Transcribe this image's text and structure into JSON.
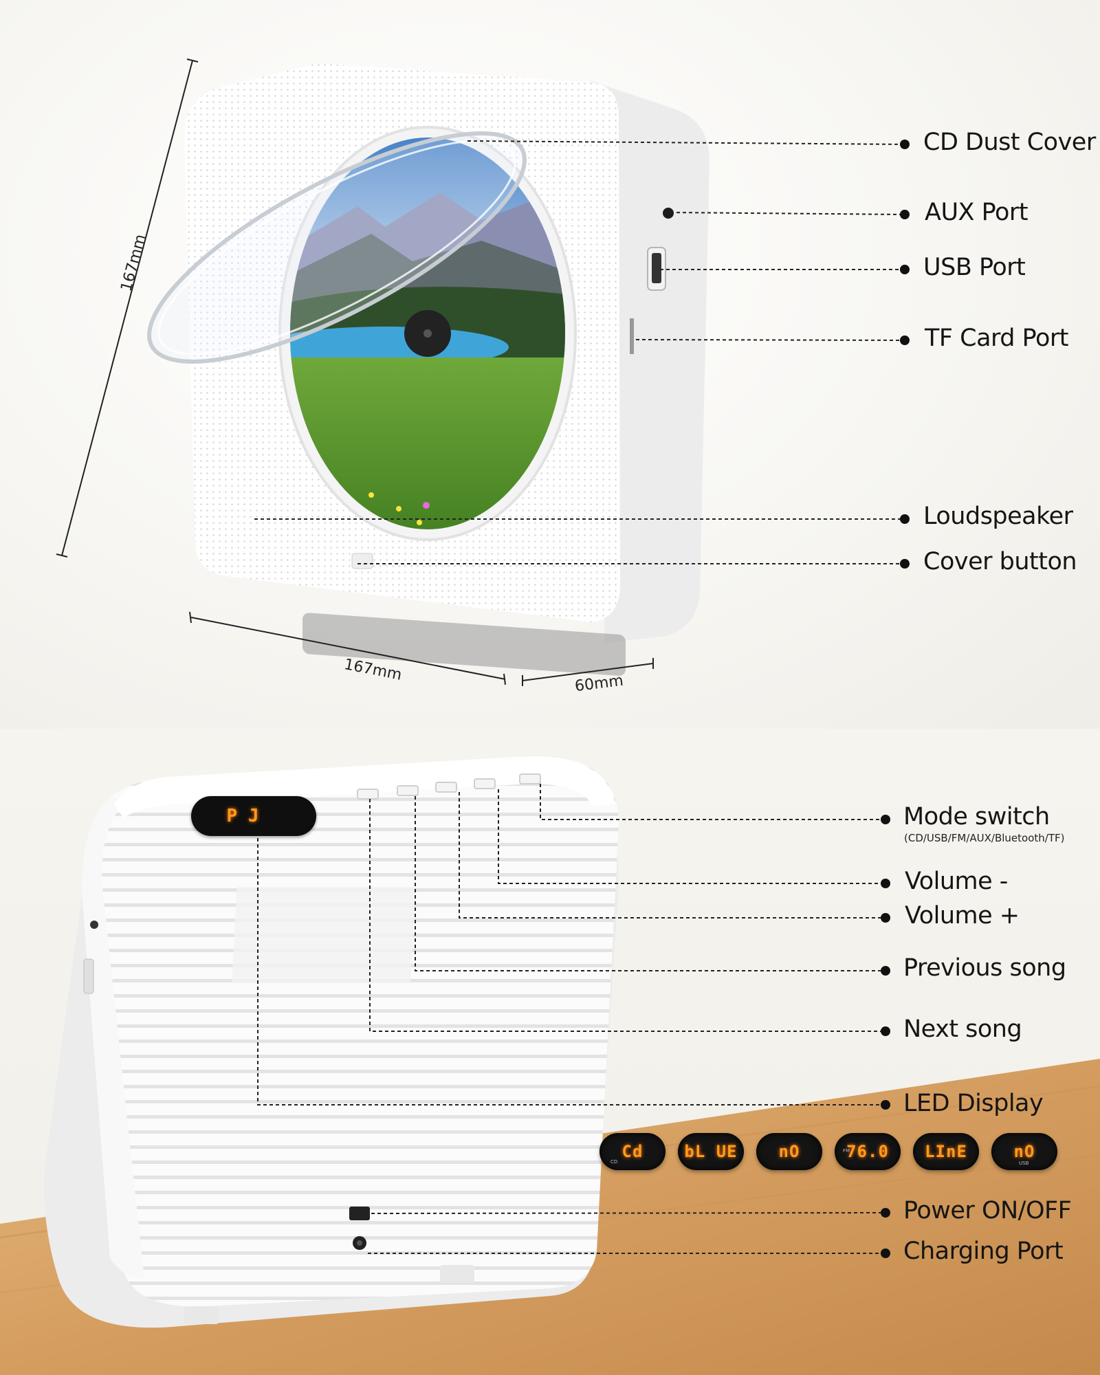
{
  "labels": {
    "cd_dust_cover": "CD Dust Cover",
    "aux_port": "AUX Port",
    "usb_port": "USB Port",
    "tf_card_port": "TF Card Port",
    "loudspeaker": "Loudspeaker",
    "cover_button": "Cover button",
    "mode_switch": "Mode switch",
    "mode_switch_sub": "(CD/USB/FM/AUX/Bluetooth/TF)",
    "volume_minus": "Volume -",
    "volume_plus": "Volume +",
    "previous_song": "Previous song",
    "next_song": "Next song",
    "led_display": "LED Display",
    "power": "Power ON/OFF",
    "charging_port": "Charging Port"
  },
  "dimensions": {
    "height": "167mm",
    "width": "167mm",
    "depth": "60mm"
  },
  "device_display": "P J",
  "led_modes": [
    {
      "text": "Cd",
      "tag": "CD"
    },
    {
      "text": "bL UE",
      "tag": ""
    },
    {
      "text": "nO",
      "tag": ""
    },
    {
      "text": "76.0",
      "tag": "FM"
    },
    {
      "text": "LInE",
      "tag": ""
    },
    {
      "text": "nO",
      "tag": "USB"
    }
  ],
  "colors": {
    "led_text": "#ff9a1e",
    "device_body": "#ffffff",
    "table": "#d9a76a"
  }
}
